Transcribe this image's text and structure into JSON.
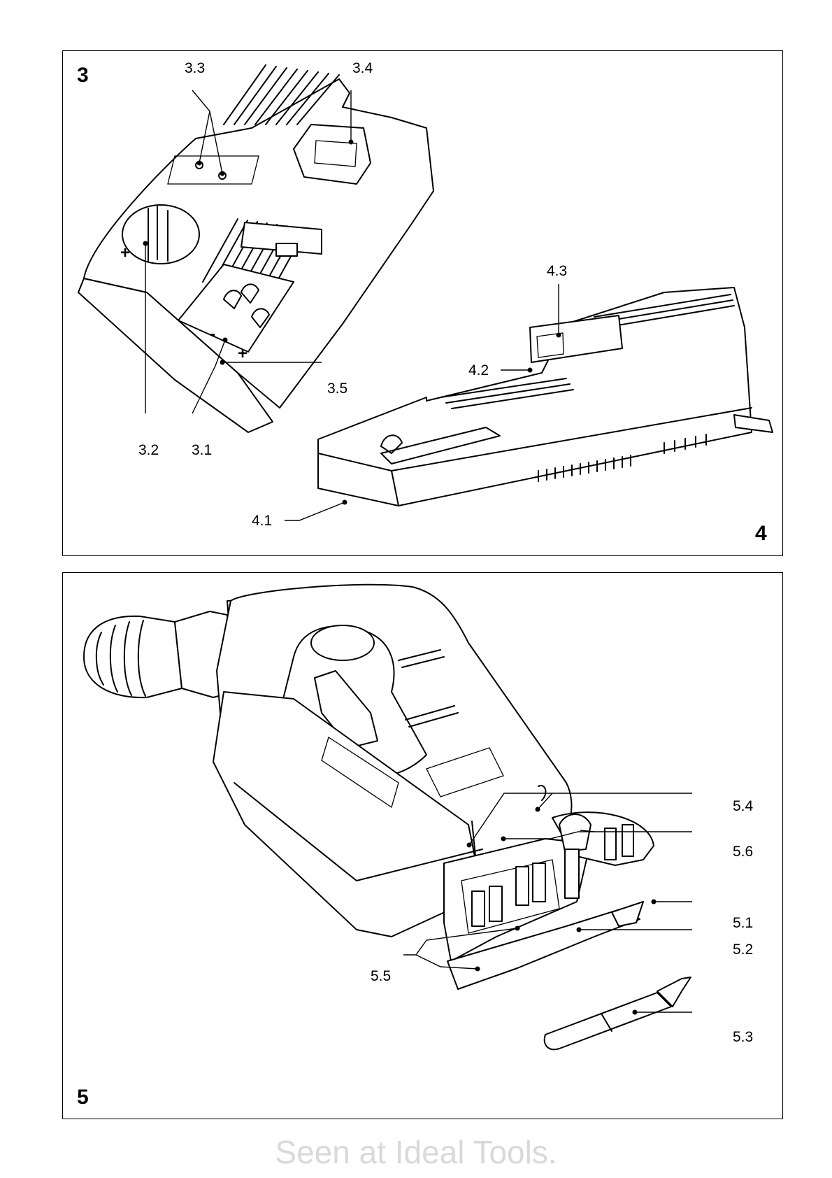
{
  "figures": {
    "fig3": "3",
    "fig4": "4",
    "fig5": "5"
  },
  "callouts": {
    "c3_1": "3.1",
    "c3_2": "3.2",
    "c3_3": "3.3",
    "c3_4": "3.4",
    "c3_5": "3.5",
    "c4_1": "4.1",
    "c4_2": "4.2",
    "c4_3": "4.3",
    "c5_1": "5.1",
    "c5_2": "5.2",
    "c5_3": "5.3",
    "c5_4": "5.4",
    "c5_5": "5.5",
    "c5_6": "5.6"
  },
  "polarity": {
    "plus": "+",
    "minus": "-"
  },
  "watermark": "Seen at Ideal Tools."
}
